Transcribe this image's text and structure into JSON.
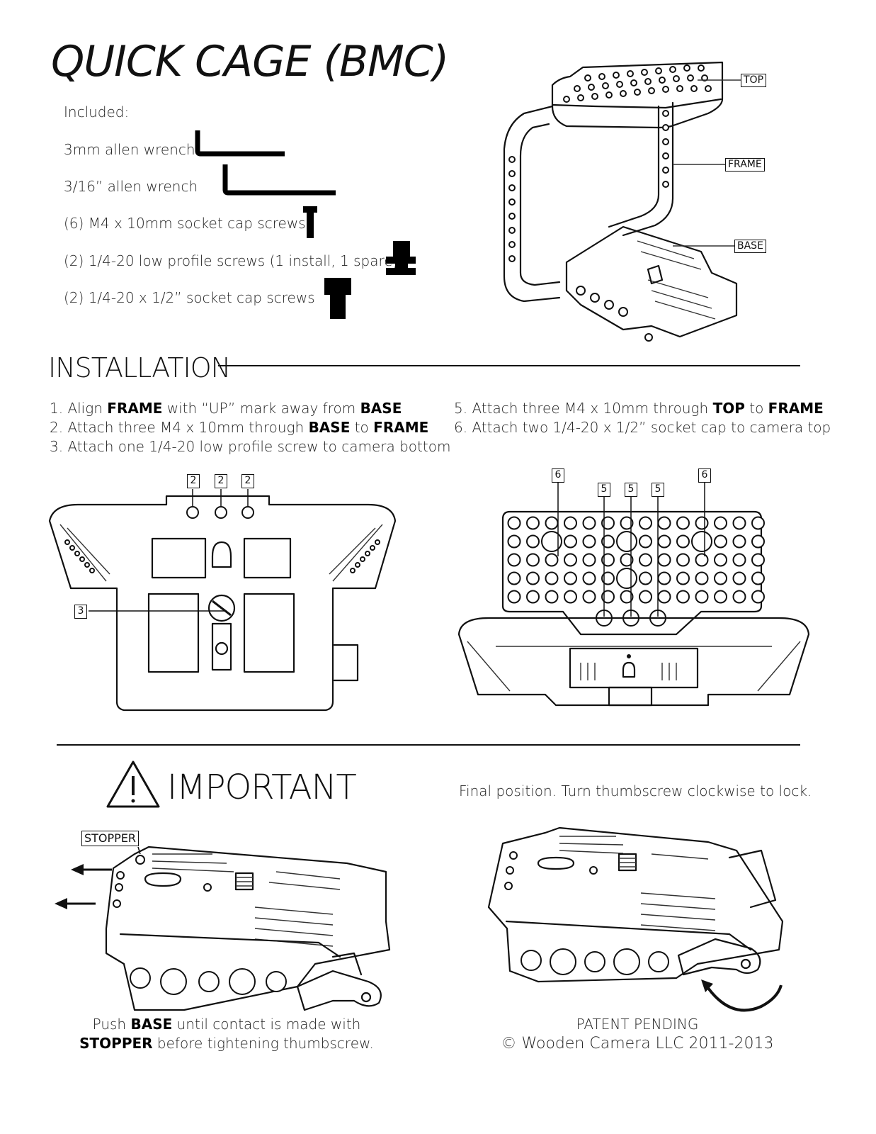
{
  "title": "QUICK CAGE (BMC)",
  "included": {
    "heading": "Included:",
    "items": [
      "3mm allen wrench",
      "3/16” allen wrench",
      "(6) M4 x 10mm socket cap screws",
      "(2) 1/4-20 low profile screws (1 install, 1 spare)",
      "(2) 1/4-20 x 1/2” socket cap screws"
    ]
  },
  "cage_labels": {
    "top": "TOP",
    "frame": "FRAME",
    "base": "BASE"
  },
  "installation": {
    "heading": "INSTALLATION",
    "steps": [
      {
        "n": "1. Align ",
        "a": "FRAME",
        "m": " with “UP” mark away from ",
        "b": "BASE",
        "e": ""
      },
      {
        "n": "2. Attach three M4 x 10mm through ",
        "a": "BASE",
        "m": " to ",
        "b": "FRAME",
        "e": ""
      },
      {
        "n": "3. Attach one 1/4-20 low profile screw to camera bottom",
        "a": "",
        "m": "",
        "b": "",
        "e": ""
      },
      {
        "n": "5. Attach three M4 x 10mm through ",
        "a": "TOP",
        "m": " to ",
        "b": "FRAME",
        "e": ""
      },
      {
        "n": "6. Attach two 1/4-20 x 1/2” socket cap to camera top",
        "a": "",
        "m": "",
        "b": "",
        "e": ""
      }
    ],
    "callouts_left": [
      "2",
      "2",
      "2",
      "3"
    ],
    "callouts_right": [
      "6",
      "5",
      "5",
      "5",
      "6"
    ]
  },
  "important": {
    "heading": "IMPORTANT",
    "final_note": "Final position. Turn thumbscrew clockwise to lock.",
    "stopper_label": "STOPPER",
    "push_caption": {
      "p1": "Push ",
      "b1": "BASE",
      "p2": " until contact is made with",
      "b2": "STOPPER",
      "p3": " before tightening thumbscrew."
    }
  },
  "footer": {
    "patent": "PATENT PENDING",
    "copyright": "© Wooden Camera LLC 2011-2013"
  }
}
